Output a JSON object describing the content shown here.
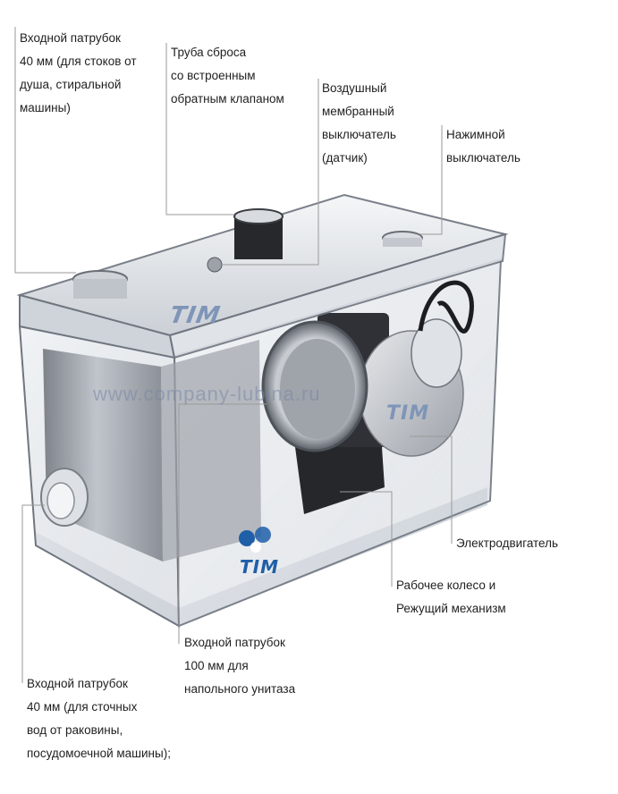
{
  "labels": {
    "inlet_40_shower": [
      "Входной патрубок",
      "40 мм (для стоков от",
      "душа, стиральной",
      "машины)"
    ],
    "discharge_pipe": [
      "Труба сброса",
      "со встроенным",
      "обратным клапаном"
    ],
    "air_membrane_switch": [
      "Воздушный",
      "мембранный",
      "выключатель",
      "(датчик)"
    ],
    "push_switch": [
      "Нажимной",
      "выключатель"
    ],
    "motor": [
      "Электродвигатель"
    ],
    "impeller_cutter": [
      "Рабочее колесо и",
      "Режущий механизм"
    ],
    "inlet_100_toilet": [
      "Входной патрубок",
      "100 мм для",
      "напольного унитаза"
    ],
    "inlet_40_sink": [
      "Входной патрубок",
      "40 мм (для сточных",
      "вод от раковины,",
      "посудомоечной машины);"
    ]
  },
  "watermark": "www.company-lubina.ru",
  "brand": "TIM",
  "colors": {
    "leader_line": "#9a9a9a",
    "tank_glass": "#d6dbe1",
    "tank_edge": "#6f7680",
    "steel": "#8a8f96",
    "dark_part": "#2a2c30",
    "brand_blue": "#1f5fa8"
  }
}
